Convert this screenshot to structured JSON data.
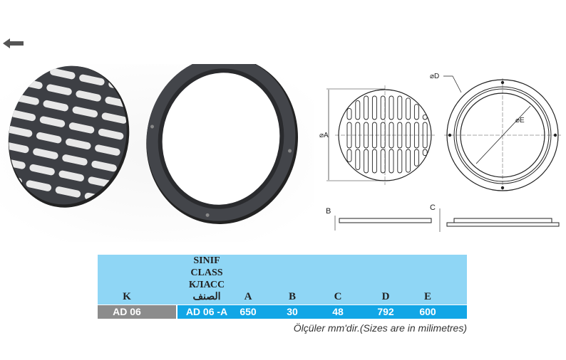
{
  "nav": {
    "back_icon": "left-arrow-icon"
  },
  "drawing": {
    "label_a": "⌀A",
    "label_b": "B",
    "label_c": "C",
    "label_d": "⌀D",
    "label_e": "⌀E"
  },
  "table": {
    "headers": {
      "k": "K",
      "class_lines": [
        "SINIF",
        "CLASS",
        "КЛАСС",
        "الصنف"
      ],
      "a": "A",
      "b": "B",
      "c": "C",
      "d": "D",
      "e": "E"
    },
    "row": {
      "k": "AD 06",
      "class": "AD 06 -A",
      "a": "650",
      "b": "30",
      "c": "48",
      "d": "792",
      "e": "600"
    },
    "colors": {
      "header_bg": "#8fd6f5",
      "row_bg": "#12a6e6",
      "k_bg": "#8c8c8c"
    }
  },
  "note": "Ölçüler mm'dir.(Sizes are in milimetres)"
}
